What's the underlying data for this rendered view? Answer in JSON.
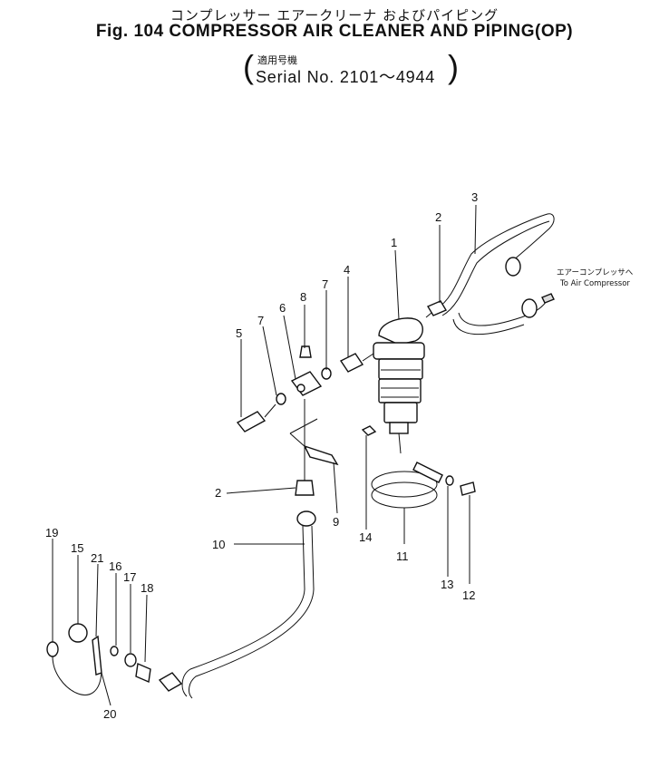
{
  "header": {
    "title_jp": "コンプレッサー エアークリーナ およびパイピング",
    "title": "Fig. 104 COMPRESSOR AIR CLEANER AND PIPING(OP)",
    "serial_jp": "適用号機",
    "serial": "Serial No. 2101～4944"
  },
  "note": {
    "jp": "エアーコンプレッサへ",
    "en": "To Air Compressor"
  },
  "callouts": [
    "1",
    "2",
    "3",
    "4",
    "5",
    "6",
    "7",
    "7",
    "8",
    "9",
    "2",
    "10",
    "11",
    "12",
    "13",
    "14",
    "15",
    "16",
    "17",
    "18",
    "19",
    "20",
    "21"
  ]
}
